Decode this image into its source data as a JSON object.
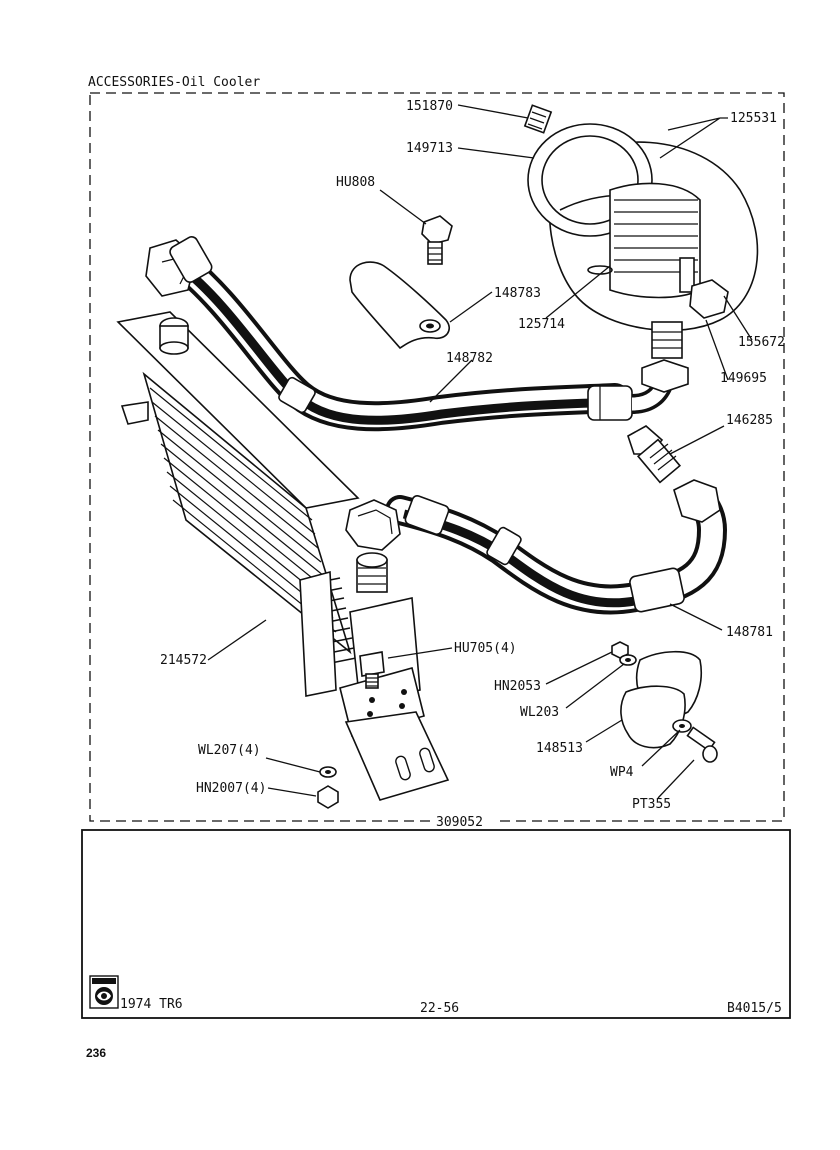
{
  "header": {
    "title": "ACCESSORIES-Oil Cooler"
  },
  "parts": {
    "p151870": "151870",
    "p125531": "125531",
    "p149713": "149713",
    "pHU808": "HU808",
    "p148783": "148783",
    "p125714": "125714",
    "p155672": "155672",
    "p148782": "148782",
    "p149695": "149695",
    "p146285": "146285",
    "p214572": "214572",
    "pHU705": "HU705(4)",
    "p148781": "148781",
    "pHN2053": "HN2053",
    "pWL203": "WL203",
    "p148513": "148513",
    "pWP4": "WP4",
    "pWL207": "WL207(4)",
    "pHN2007": "HN2007(4)",
    "pPT355": "PT355",
    "p309052": "309052"
  },
  "footer": {
    "model": "1974 TR6",
    "page_ref": "22-56",
    "doc_code": "B4015/5",
    "page_number": "236"
  }
}
